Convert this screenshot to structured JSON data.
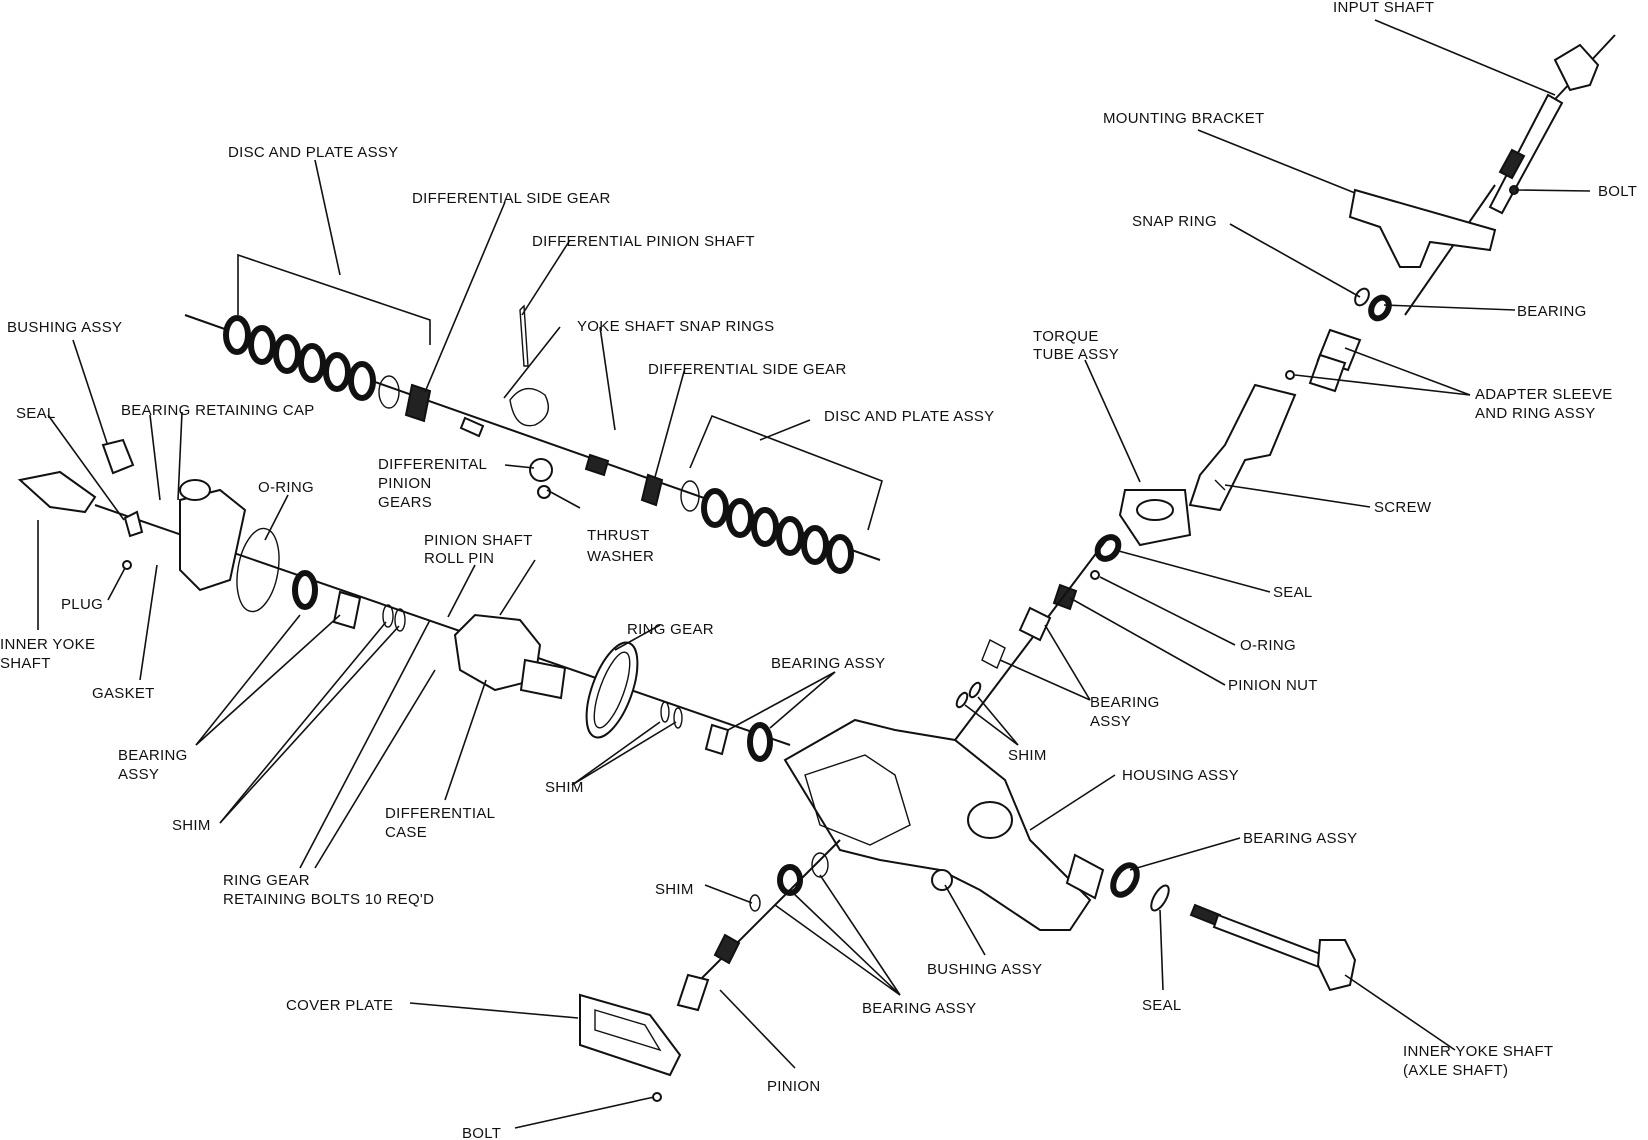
{
  "labels": {
    "input_shaft": "INPUT SHAFT",
    "mounting_bracket": "MOUNTING BRACKET",
    "bolt_top": "BOLT",
    "snap_ring": "SNAP RING",
    "bearing_top": "BEARING",
    "torque_tube_1": "TORQUE",
    "torque_tube_2": "TUBE ASSY",
    "adapter_sleeve_1": "ADAPTER SLEEVE",
    "adapter_sleeve_2": "AND RING ASSY",
    "screw": "SCREW",
    "seal_right": "SEAL",
    "o_ring_right": "O-RING",
    "pinion_nut": "PINION NUT",
    "bearing_assy_mid_1": "BEARING",
    "bearing_assy_mid_2": "ASSY",
    "shim_mid": "SHIM",
    "housing_assy": "HOUSING ASSY",
    "bearing_assy_right": "BEARING ASSY",
    "disc_plate_left": "DISC AND PLATE ASSY",
    "diff_side_gear_left": "DIFFERENTIAL SIDE GEAR",
    "diff_pinion_shaft": "DIFFERENTIAL PINION SHAFT",
    "yoke_snap_rings": "YOKE SHAFT SNAP RINGS",
    "diff_side_gear_right": "DIFFERENTIAL SIDE GEAR",
    "disc_plate_right": "DISC AND PLATE ASSY",
    "bushing_assy_left": "BUSHING ASSY",
    "seal_left": "SEAL",
    "bearing_retaining_cap": "BEARING RETAINING CAP",
    "o_ring_left": "O-RING",
    "diff_pinion_gears_1": "DIFFERENITAL",
    "diff_pinion_gears_2": "PINION",
    "diff_pinion_gears_3": "GEARS",
    "thrust_washer_1": "THRUST",
    "thrust_washer_2": "WASHER",
    "pinion_roll_pin_1": "PINION SHAFT",
    "pinion_roll_pin_2": "ROLL PIN",
    "plug": "PLUG",
    "inner_yoke_left_1": "INNER YOKE",
    "inner_yoke_left_2": "SHAFT",
    "gasket": "GASKET",
    "ring_gear": "RING GEAR",
    "bearing_assy_center": "BEARING ASSY",
    "bearing_assy_left_1": "BEARING",
    "bearing_assy_left_2": "ASSY",
    "shim_left": "SHIM",
    "shim_center": "SHIM",
    "diff_case_1": "DIFFERENTIAL",
    "diff_case_2": "CASE",
    "ring_gear_bolts_1": "RING GEAR",
    "ring_gear_bolts_2": "RETAINING BOLTS 10 REQ'D",
    "shim_lower": "SHIM",
    "bushing_assy_lower": "BUSHING ASSY",
    "seal_lower": "SEAL",
    "cover_plate": "COVER PLATE",
    "bearing_assy_lower": "BEARING ASSY",
    "pinion": "PINION",
    "inner_yoke_right_1": "INNER YOKE SHAFT",
    "inner_yoke_right_2": "(AXLE SHAFT)",
    "bolt_bottom": "BOLT"
  }
}
